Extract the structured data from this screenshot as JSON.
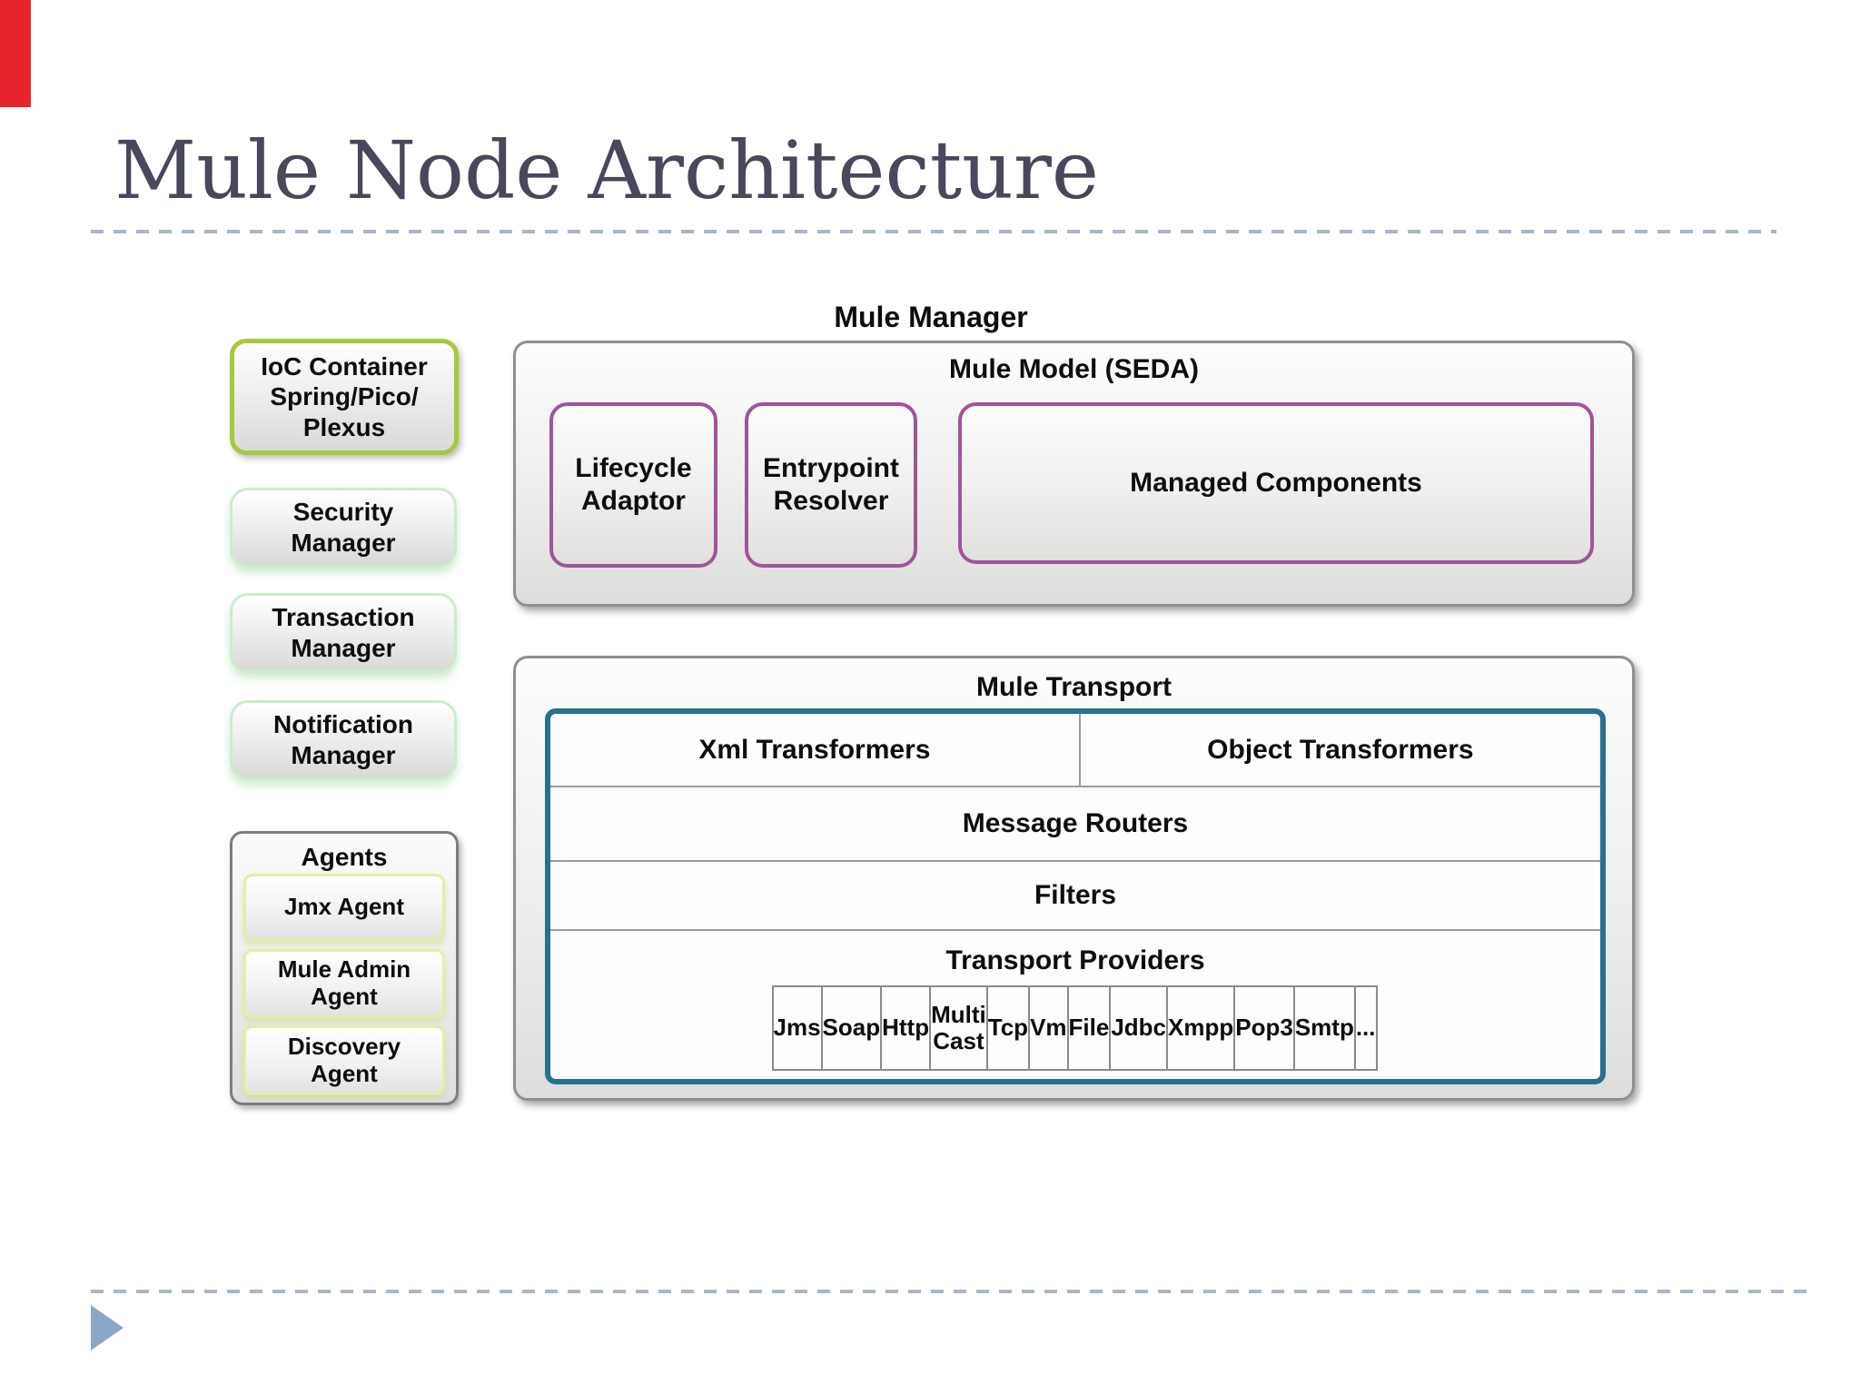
{
  "slide": {
    "title": "Mule Node Architecture"
  },
  "diagram": {
    "manager_title": "Mule Manager",
    "side_boxes": {
      "ioc": "IoC Container\nSpring/Pico/\nPlexus",
      "security": "Security\nManager",
      "transaction": "Transaction\nManager",
      "notification": "Notification\nManager"
    },
    "agents": {
      "title": "Agents",
      "items": [
        "Jmx Agent",
        "Mule Admin\nAgent",
        "Discovery\nAgent"
      ]
    },
    "model": {
      "title": "Mule Model (SEDA)",
      "lifecycle": "Lifecycle\nAdaptor",
      "entrypoint": "Entrypoint\nResolver",
      "managed": "Managed Components"
    },
    "transport": {
      "title": "Mule Transport",
      "xml_transformers": "Xml Transformers",
      "object_transformers": "Object Transformers",
      "message_routers": "Message Routers",
      "filters": "Filters",
      "providers_title": "Transport Providers",
      "providers": [
        "Jms",
        "Soap",
        "Http",
        "Multi\nCast",
        "Tcp",
        "Vm",
        "File",
        "Jdbc",
        "Xmpp",
        "Pop3",
        "Smtp",
        "..."
      ]
    }
  },
  "colors": {
    "accent_red": "#e5252b",
    "title_text": "#47485c",
    "divider_dash": "#a9b6ca",
    "play_triangle": "#8ba7c7",
    "olive_border": "#a6c83e",
    "pale_green_border": "#cdeccd",
    "pale_yellow_border": "#e6eca6",
    "gray_border": "#8f8f8f",
    "teal_border": "#27708f",
    "purple_border": "#a0549b"
  }
}
